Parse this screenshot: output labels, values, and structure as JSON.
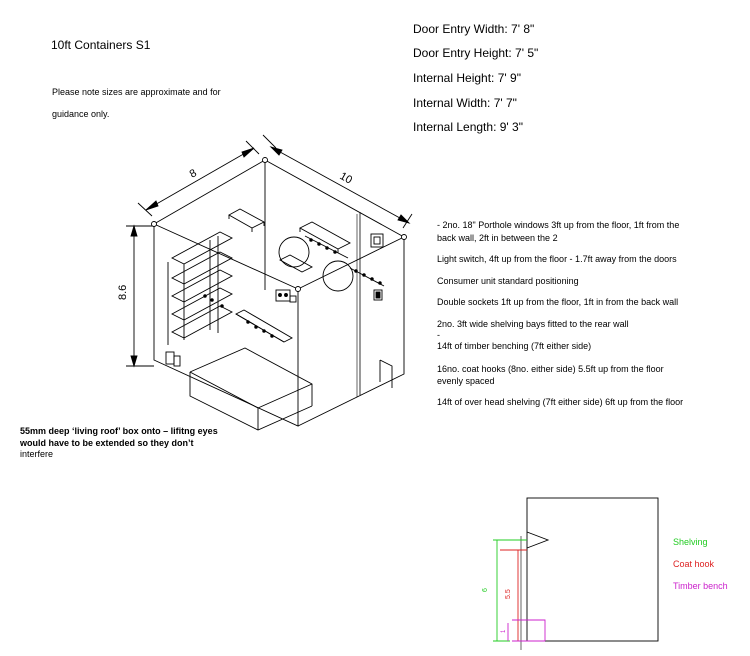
{
  "title": "10ft Containers S1",
  "notes": [
    "Please note sizes are approximate and for",
    "guidance only."
  ],
  "specs": [
    "Door Entry Width: 7' 8\"",
    "Door Entry Height: 7' 5\"",
    "Internal Height: 7' 9\"",
    "Internal Width: 7' 7\"",
    "Internal Length: 9' 3\""
  ],
  "features": [
    "- 2no. 18\" Porthole windows 3ft up from the floor, 1ft from the",
    "back wall, 2ft in between the 2",
    "Light switch, 4ft up from the floor - 1.7ft away from the doors",
    "Consumer unit standard positioning",
    "Double sockets 1ft up from the floor, 1ft in from the back wall",
    " 2no. 3ft wide shelving bays fitted to the rear wall",
    "-",
    "14ft of timber benching (7ft either side)",
    "16no. coat hooks (8no. either side) 5.5ft up from the floor",
    "evenly spaced",
    "14ft of over head shelving (7ft either side) 6ft up from the floor"
  ],
  "roof_note": {
    "line1": "55mm deep ‘living roof’ box onto – lifitng eyes",
    "line2": "would have to be extended so they don’t",
    "line3": "interfere"
  },
  "dimensions": {
    "width": "8",
    "length": "10",
    "height": "8.6"
  },
  "elevation_labels": {
    "shelf": "6",
    "hook": "5.5",
    "bench": "1"
  },
  "legend": [
    {
      "label": "Shelving",
      "color": "#22cc22"
    },
    {
      "label": "Coat hook",
      "color": "#dd2222"
    },
    {
      "label": "Timber bench",
      "color": "#cc22cc"
    }
  ]
}
